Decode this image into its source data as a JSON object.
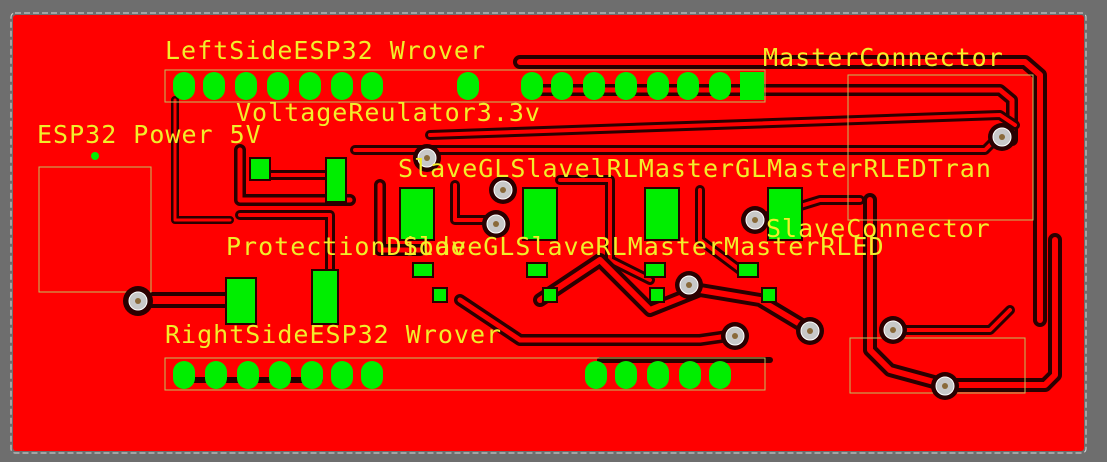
{
  "board": {
    "colors": {
      "background": "#6e6e6e",
      "copper": "#ff0000",
      "trace_dark": "#2a0000",
      "pad": "#00ee00",
      "silkscreen": "#f2ee2a",
      "via": "#c8c8c8",
      "outline": "#d9d9d9"
    }
  },
  "labels": {
    "left_header": "LeftSideESP32 Wrover",
    "master_connector": "MasterConnector",
    "voltage_regulator": "VoltageReulator3.3v",
    "esp32_power": "ESP32 Power 5V",
    "slave_top": "SlaveGLSlavelRLMasterGLMasterRLEDTran",
    "slave_connector": "SlaveConnector",
    "protection_diode": "ProtectionDiode",
    "slave_bottom": "SlaveGLSlaveRLMasterMasterRLED",
    "right_header": "RightSideESP32 Wrover"
  }
}
